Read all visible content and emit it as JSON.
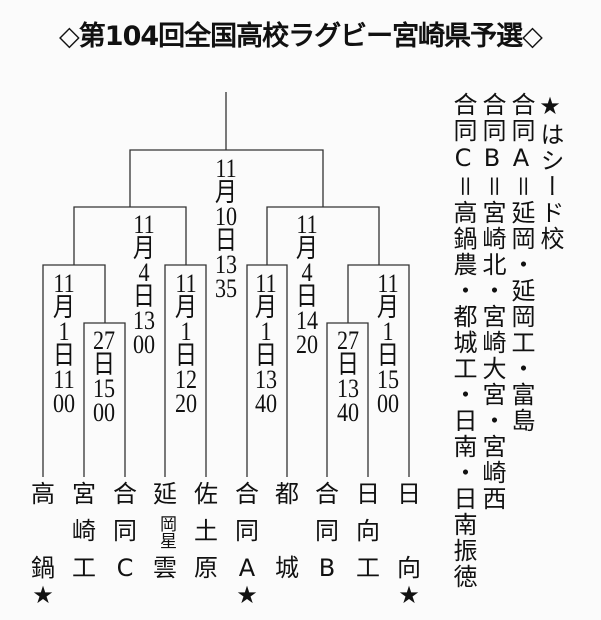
{
  "title": "◇第104回全国高校ラグビー宮崎県予選◇",
  "matches": {
    "final": [
      "11",
      "月",
      "10",
      "日",
      "13",
      "35"
    ],
    "semi_left": [
      "11",
      "月",
      "4",
      "日",
      "13",
      "00"
    ],
    "semi_right": [
      "11",
      "月",
      "4",
      "日",
      "14",
      "20"
    ],
    "q1": [
      "11",
      "月",
      "1",
      "日",
      "11",
      "00"
    ],
    "r1_left": [
      "27",
      "日",
      "15",
      "00"
    ],
    "q2": [
      "11",
      "月",
      "1",
      "日",
      "12",
      "20"
    ],
    "q3": [
      "11",
      "月",
      "1",
      "日",
      "13",
      "40"
    ],
    "r1_right": [
      "27",
      "日",
      "13",
      "40"
    ],
    "q4": [
      "11",
      "月",
      "1",
      "日",
      "15",
      "00"
    ]
  },
  "teams": [
    {
      "rows": [
        "高",
        "",
        "鍋"
      ],
      "seed": "★"
    },
    {
      "rows": [
        "宮",
        "崎",
        "工"
      ],
      "seed": ""
    },
    {
      "rows": [
        "合",
        "同",
        "C"
      ],
      "seed": ""
    },
    {
      "rows": [
        "延",
        "岡星",
        "雲"
      ],
      "seed": ""
    },
    {
      "rows": [
        "佐",
        "土",
        "原"
      ],
      "seed": ""
    },
    {
      "rows": [
        "合",
        "同",
        "A"
      ],
      "seed": "★"
    },
    {
      "rows": [
        "都",
        "",
        "城"
      ],
      "seed": ""
    },
    {
      "rows": [
        "合",
        "同",
        "B"
      ],
      "seed": ""
    },
    {
      "rows": [
        "日",
        "向",
        "工"
      ],
      "seed": ""
    },
    {
      "rows": [
        "日",
        "",
        "向"
      ],
      "seed": "★"
    }
  ],
  "legend": {
    "seed_note": "★はシード校",
    "joint_a": "合同A＝延岡・延岡工・富島",
    "joint_b": "合同B＝宮崎北・宮崎大宮・宮崎西",
    "joint_c": "合同C＝高鍋農・都城工・日南・日南振徳"
  },
  "colors": {
    "line": "#333333",
    "text": "#111111",
    "background": "#fbfbfb"
  }
}
